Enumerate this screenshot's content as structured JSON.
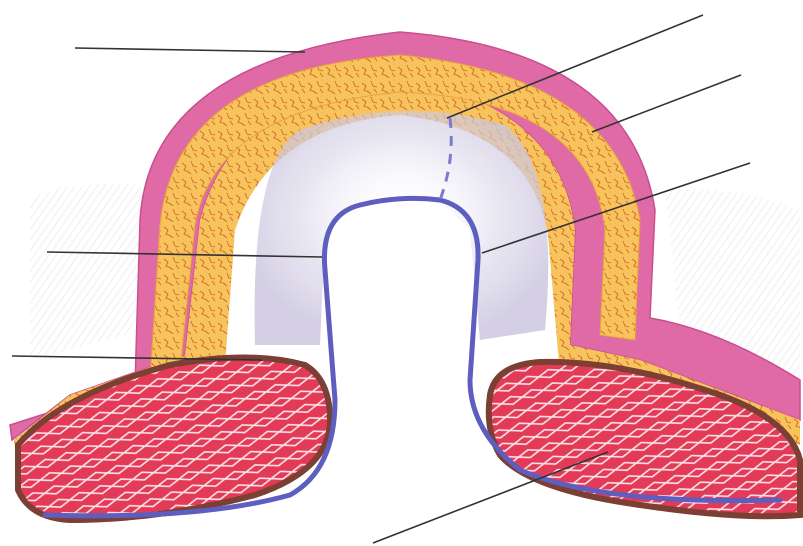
{
  "figure": {
    "subject": "unlabeled-hernia-layers-diagram",
    "labels_printed": false
  },
  "layers": [
    {
      "id": "skin",
      "color": "#e06aa6"
    },
    {
      "id": "subcutaneous-fat",
      "color": "#f7c35c"
    },
    {
      "id": "fat-vessels",
      "color": "#d5662a"
    },
    {
      "id": "sac-contents-haze",
      "color": "#c9c3dd"
    },
    {
      "id": "peritoneum",
      "color": "#5d5ec0"
    },
    {
      "id": "muscle",
      "color": "#e23a57"
    },
    {
      "id": "fascia",
      "color": "#7b3f33"
    },
    {
      "id": "background-hatching",
      "color": "#e7e2ec"
    }
  ],
  "pointer_lines": [
    {
      "name": "pointer-line-skin"
    },
    {
      "name": "pointer-line-hernia-ring"
    },
    {
      "name": "pointer-line-fat"
    },
    {
      "name": "pointer-line-sac-right"
    },
    {
      "name": "pointer-line-sac-left"
    },
    {
      "name": "pointer-line-fascia"
    },
    {
      "name": "pointer-line-muscle"
    }
  ]
}
